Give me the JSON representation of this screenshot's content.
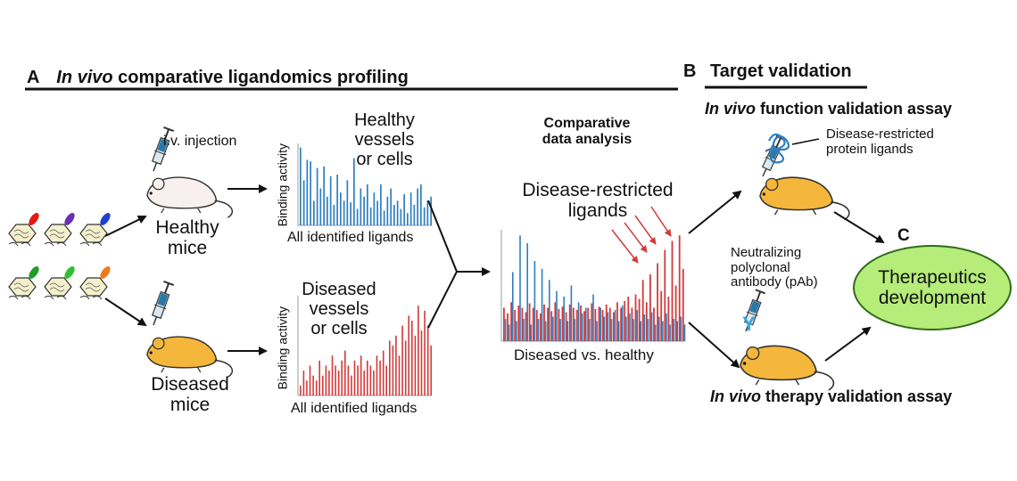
{
  "section_a": {
    "letter": "A",
    "title_italic": "In vivo",
    "title_rest": " comparative ligandomics profiling"
  },
  "section_b": {
    "letter": "B",
    "title": "Target validation",
    "function_assay_italic": "In vivo",
    "function_assay_rest": " function validation assay",
    "therapy_assay_italic": "In vivo",
    "therapy_assay_rest": " therapy validation assay",
    "protein_ligands": [
      "Disease-restricted",
      "protein ligands"
    ],
    "antibody": [
      "Neutralizing",
      "polyclonal",
      "antibody (pAb)"
    ],
    "antibody_glyph": "Y"
  },
  "section_c": {
    "letter": "C",
    "therapeutics": [
      "Therapeutics",
      "development"
    ]
  },
  "injection": "i.v. injection",
  "healthy_mice": [
    "Healthy",
    "mice"
  ],
  "diseased_mice": [
    "Diseased",
    "mice"
  ],
  "healthy_chart": {
    "title": [
      "Healthy",
      "vessels",
      "or cells"
    ],
    "ylabel": "Binding activity",
    "xlabel": "All identified ligands",
    "color": "#2f7fc0"
  },
  "diseased_chart": {
    "title": [
      "Diseased",
      "vessels",
      "or cells"
    ],
    "ylabel": "Binding activity",
    "xlabel": "All identified ligands",
    "color": "#d33a3a"
  },
  "comparative": {
    "title": [
      "Comparative",
      "data analysis"
    ],
    "restricted": [
      "Disease-restricted",
      "ligands"
    ],
    "xlabel": "Diseased vs. healthy"
  },
  "colors": {
    "healthy_mouse": "#f7f0ef",
    "diseased_mouse": "#f5b73b",
    "blue_bar": "#2f7fc0",
    "red_bar": "#d33a3a",
    "ellipse": "#b5ec7a",
    "arrow": "#111111"
  },
  "chart_data": [
    {
      "type": "bar",
      "series": [
        {
          "name": "Healthy vessels or cells",
          "values": [
            0.95,
            0.55,
            0.8,
            0.78,
            0.3,
            0.7,
            0.45,
            0.72,
            0.35,
            0.6,
            0.25,
            0.62,
            0.4,
            0.3,
            0.55,
            0.28,
            0.82,
            0.2,
            0.45,
            0.35,
            0.5,
            0.22,
            0.4,
            0.3,
            0.5,
            0.18,
            0.35,
            0.45,
            0.25,
            0.3,
            0.2,
            0.38,
            0.15,
            0.4,
            0.25,
            0.45,
            0.5,
            0.22,
            0.3,
            0.35
          ]
        }
      ]
    },
    {
      "type": "bar",
      "series": [
        {
          "name": "Diseased vessels or cells",
          "values": [
            0.1,
            0.25,
            0.15,
            0.3,
            0.2,
            0.15,
            0.35,
            0.2,
            0.3,
            0.25,
            0.4,
            0.3,
            0.25,
            0.35,
            0.45,
            0.3,
            0.2,
            0.35,
            0.3,
            0.4,
            0.25,
            0.35,
            0.3,
            0.25,
            0.4,
            0.35,
            0.45,
            0.3,
            0.55,
            0.5,
            0.6,
            0.4,
            0.7,
            0.55,
            0.8,
            0.75,
            0.6,
            0.9,
            0.65,
            0.85,
            0.7,
            0.5
          ]
        }
      ]
    },
    {
      "type": "bar",
      "categories_count": 50,
      "series": [
        {
          "name": "Diseased",
          "values": [
            0.3,
            0.25,
            0.35,
            0.28,
            0.32,
            0.3,
            0.26,
            0.34,
            0.3,
            0.28,
            0.25,
            0.33,
            0.3,
            0.27,
            0.35,
            0.29,
            0.31,
            0.26,
            0.33,
            0.3,
            0.28,
            0.32,
            0.27,
            0.3,
            0.34,
            0.29,
            0.31,
            0.28,
            0.33,
            0.3,
            0.26,
            0.35,
            0.3,
            0.36,
            0.4,
            0.3,
            0.42,
            0.38,
            0.55,
            0.35,
            0.6,
            0.3,
            0.7,
            0.45,
            0.82,
            0.4,
            0.9,
            0.5,
            0.95,
            0.65
          ]
        },
        {
          "name": "Healthy",
          "values": [
            0.2,
            0.15,
            0.62,
            0.18,
            0.95,
            0.2,
            0.88,
            0.15,
            0.72,
            0.2,
            0.65,
            0.18,
            0.55,
            0.22,
            0.45,
            0.2,
            0.4,
            0.18,
            0.5,
            0.2,
            0.35,
            0.25,
            0.3,
            0.2,
            0.42,
            0.18,
            0.3,
            0.22,
            0.26,
            0.2,
            0.28,
            0.18,
            0.32,
            0.22,
            0.25,
            0.2,
            0.28,
            0.18,
            0.24,
            0.2,
            0.26,
            0.15,
            0.22,
            0.18,
            0.25,
            0.15,
            0.2,
            0.18,
            0.22,
            0.15
          ]
        }
      ]
    }
  ]
}
